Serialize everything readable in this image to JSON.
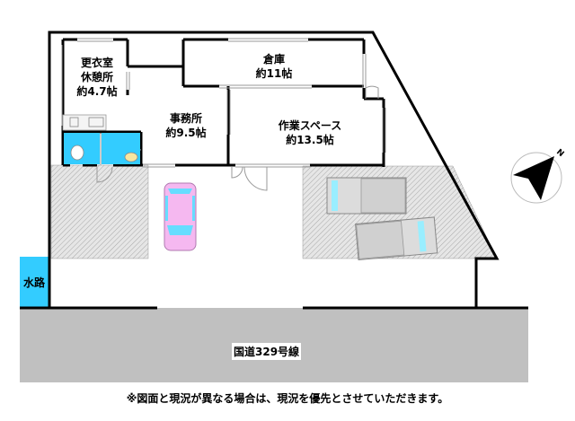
{
  "rooms": [
    {
      "name": "更衣室",
      "name2": "休憩所",
      "area": "約4.7帖"
    },
    {
      "name": "事務所",
      "area": "約9.5帖"
    },
    {
      "name": "倉庫",
      "area": "約11帖"
    },
    {
      "name": "作業スペース",
      "area": "約13.5帖"
    }
  ],
  "site": {
    "waterway_label": "水路",
    "road_label": "国道329号線"
  },
  "compass": {
    "icon": "north-arrow-icon",
    "label": "N"
  },
  "note": "※図面と現況が異なる場合は、現況を優先とさせていただきます。",
  "colors": {
    "wall": "#000000",
    "water": "#33ccff",
    "road": "#c0c0c0",
    "hatch": "#d9d9d9",
    "car": "#f5b8f0",
    "glass": "#99eeff"
  }
}
